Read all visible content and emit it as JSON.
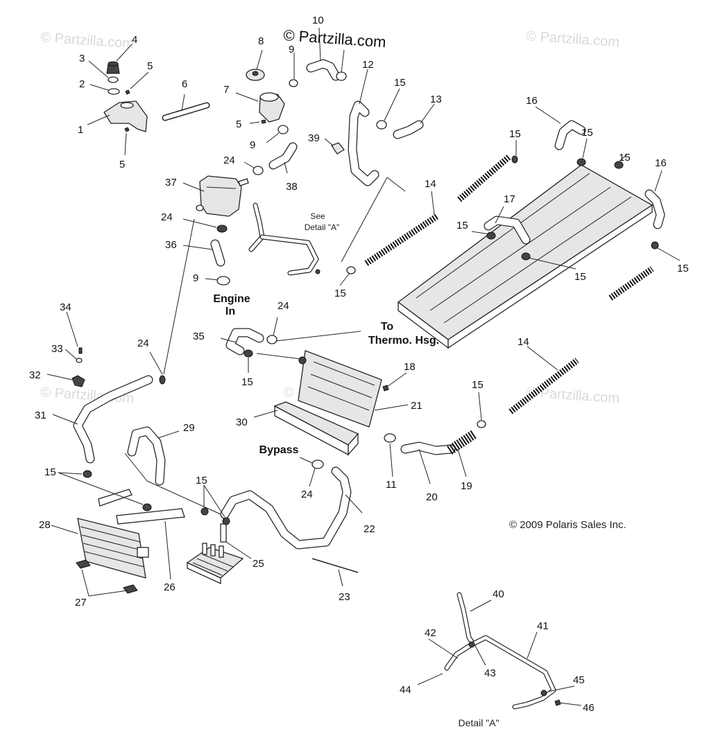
{
  "watermarks": {
    "main": "© Partzilla.com",
    "faint": "© Partzilla.com"
  },
  "copyright": "© 2009 Polaris Sales Inc.",
  "annotations": {
    "see_detail_line1": "See",
    "see_detail_line2": "Detail \"A\"",
    "engine_in_line1": "Engine",
    "engine_in_line2": "In",
    "to_thermo_line1": "To",
    "to_thermo_line2": "Thermo. Hsg.",
    "bypass": "Bypass",
    "detail_a_caption": "Detail \"A\""
  },
  "callouts": {
    "c1": "1",
    "c2": "2",
    "c3": "3",
    "c4": "4",
    "c5a": "5",
    "c5b": "5",
    "c5c": "5",
    "c6": "6",
    "c7": "7",
    "c8": "8",
    "c9a": "9",
    "c9b": "9",
    "c9c": "9",
    "c10": "10",
    "c11": "11",
    "c12": "12",
    "c13": "13",
    "c14a": "14",
    "c14b": "14",
    "c15a": "15",
    "c15b": "15",
    "c15c": "15",
    "c15d": "15",
    "c15e": "15",
    "c15f": "15",
    "c15g": "15",
    "c15h": "15",
    "c15i": "15",
    "c15j": "15",
    "c15k": "15",
    "c15l": "15",
    "c16a": "16",
    "c16b": "16",
    "c17": "17",
    "c18": "18",
    "c19": "19",
    "c20": "20",
    "c21": "21",
    "c22": "22",
    "c23": "23",
    "c24a": "24",
    "c24b": "24",
    "c24c": "24",
    "c24d": "24",
    "c24e": "24",
    "c25": "25",
    "c26": "26",
    "c27": "27",
    "c28": "28",
    "c29": "29",
    "c30": "30",
    "c31": "31",
    "c32": "32",
    "c33": "33",
    "c34": "34",
    "c35": "35",
    "c36": "36",
    "c37": "37",
    "c38": "38",
    "c39": "39",
    "c40": "40",
    "c41": "41",
    "c42": "42",
    "c43": "43",
    "c44": "44",
    "c45": "45",
    "c46": "46"
  }
}
